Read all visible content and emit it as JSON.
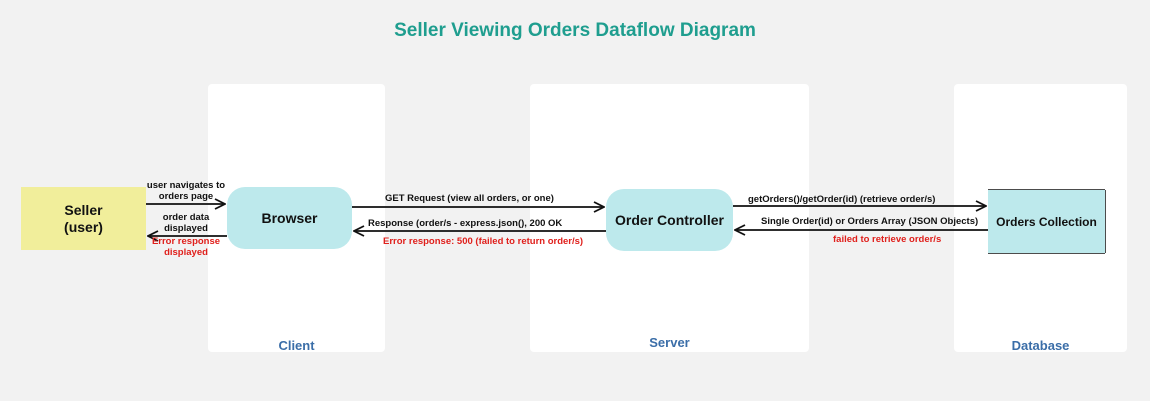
{
  "title": "Seller Viewing Orders Dataflow Diagram",
  "panels": {
    "client": "Client",
    "server": "Server",
    "database": "Database"
  },
  "nodes": {
    "seller_line1": "Seller",
    "seller_line2": "(user)",
    "browser": "Browser",
    "order_controller": "Order Controller",
    "orders_collection": "Orders Collection"
  },
  "flows": {
    "seller_to_browser_line1": "user navigates to",
    "seller_to_browser_line2": "orders page",
    "browser_to_seller_line1": "order data",
    "browser_to_seller_line2": "displayed",
    "browser_error_line1": "Error response",
    "browser_error_line2": "displayed",
    "browser_to_controller": "GET Request (view all orders, or one)",
    "controller_to_browser": "Response (order/s - express.json(), 200 OK",
    "controller_error": "Error response: 500 (failed to return order/s)",
    "controller_to_db": "getOrders()/getOrder(id) (retrieve order/s)",
    "db_to_controller": "Single Order(id) or Orders Array (JSON Objects)",
    "db_error": "failed to retrieve order/s"
  },
  "colors": {
    "title": "#1f9e8f",
    "panel_label": "#3b6ea8",
    "seller_fill": "#f1ee9b",
    "process_fill": "#bde9ec",
    "error_text": "#e0201c"
  }
}
